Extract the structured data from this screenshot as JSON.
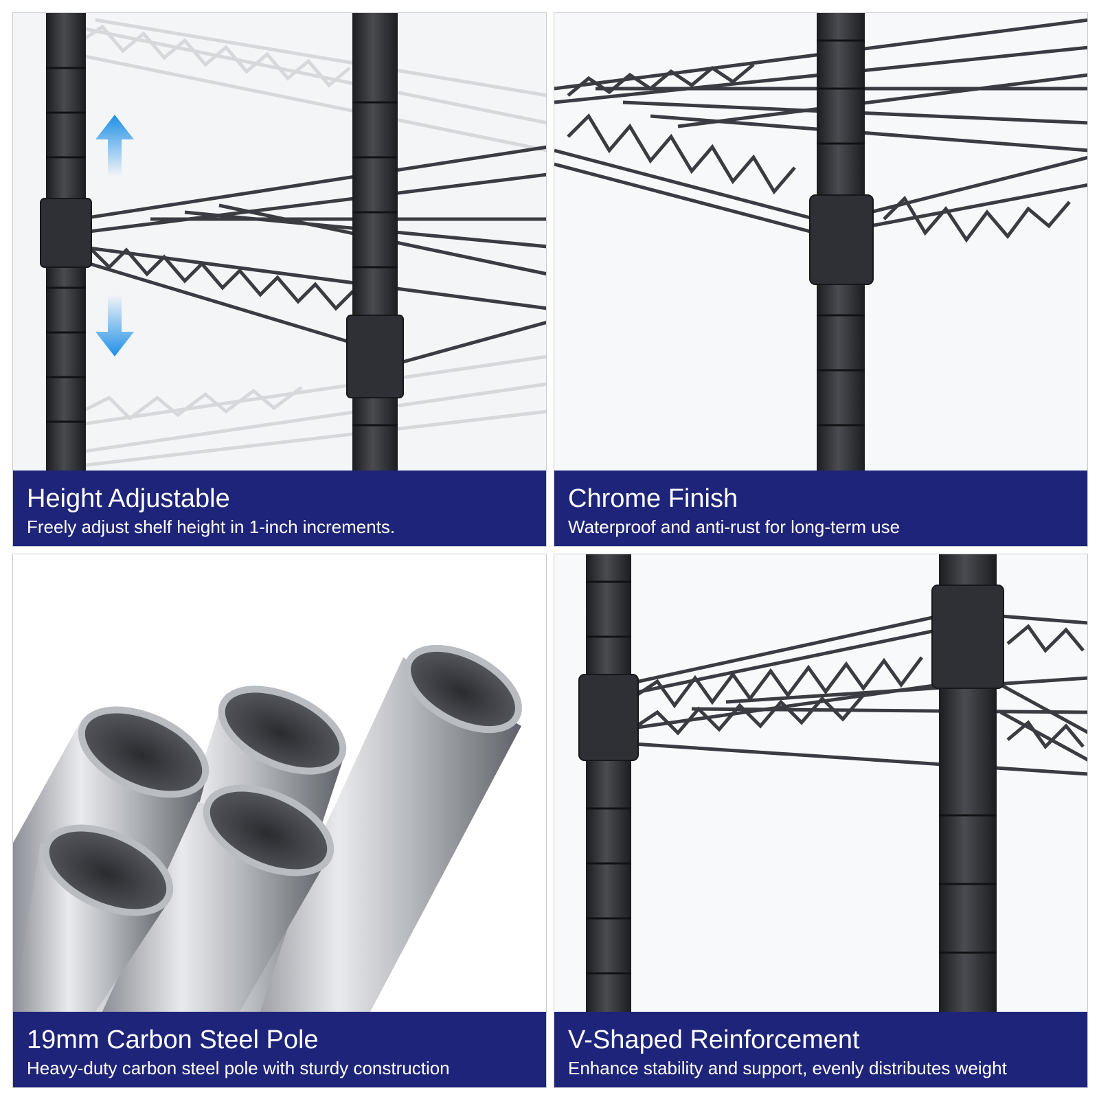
{
  "colors": {
    "caption_bg": "#1e2479",
    "caption_text": "#ffffff",
    "pole": "#2b2c30",
    "arrow": "#1e8fe6",
    "ghost_shelf": "#cfd1d6"
  },
  "panels": [
    {
      "title": "Height Adjustable",
      "subtitle": "Freely adjust shelf height in 1-inch increments."
    },
    {
      "title": "Chrome Finish",
      "subtitle": "Waterproof and anti-rust for long-term use"
    },
    {
      "title": "19mm Carbon Steel Pole",
      "subtitle": "Heavy-duty carbon steel pole with sturdy construction"
    },
    {
      "title": "V-Shaped Reinforcement",
      "subtitle": "Enhance stability and support, evenly distributes weight"
    }
  ]
}
